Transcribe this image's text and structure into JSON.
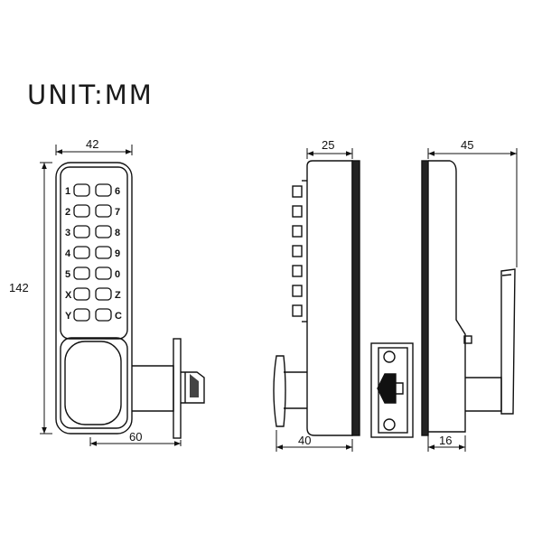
{
  "unit_label": "UNIT:MM",
  "dimensions": {
    "front_width": "42",
    "front_height": "142",
    "spindle_length": "60",
    "side_depth": "25",
    "side_handle_depth": "40",
    "rear_depth": "45",
    "rear_bottom": "16"
  },
  "keypad": {
    "left": [
      "1",
      "2",
      "3",
      "4",
      "5",
      "X",
      "Y"
    ],
    "right": [
      "6",
      "7",
      "8",
      "9",
      "0",
      "Z",
      "C"
    ]
  }
}
